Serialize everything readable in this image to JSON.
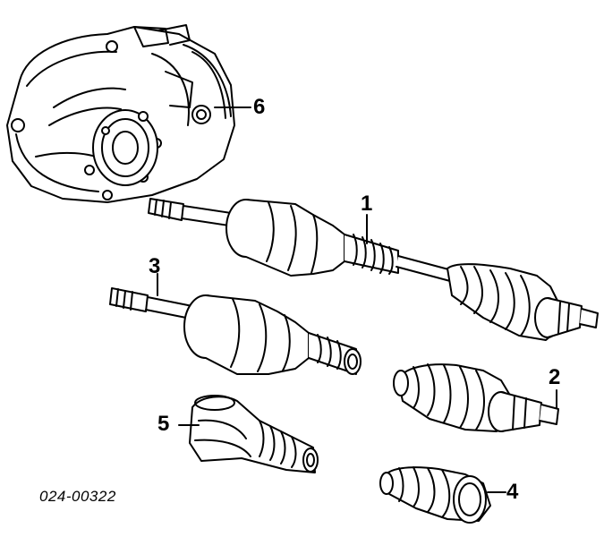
{
  "callouts": {
    "c1": "1",
    "c2": "2",
    "c3": "3",
    "c4": "4",
    "c5": "5",
    "c6": "6"
  },
  "part_code": "024-00322"
}
